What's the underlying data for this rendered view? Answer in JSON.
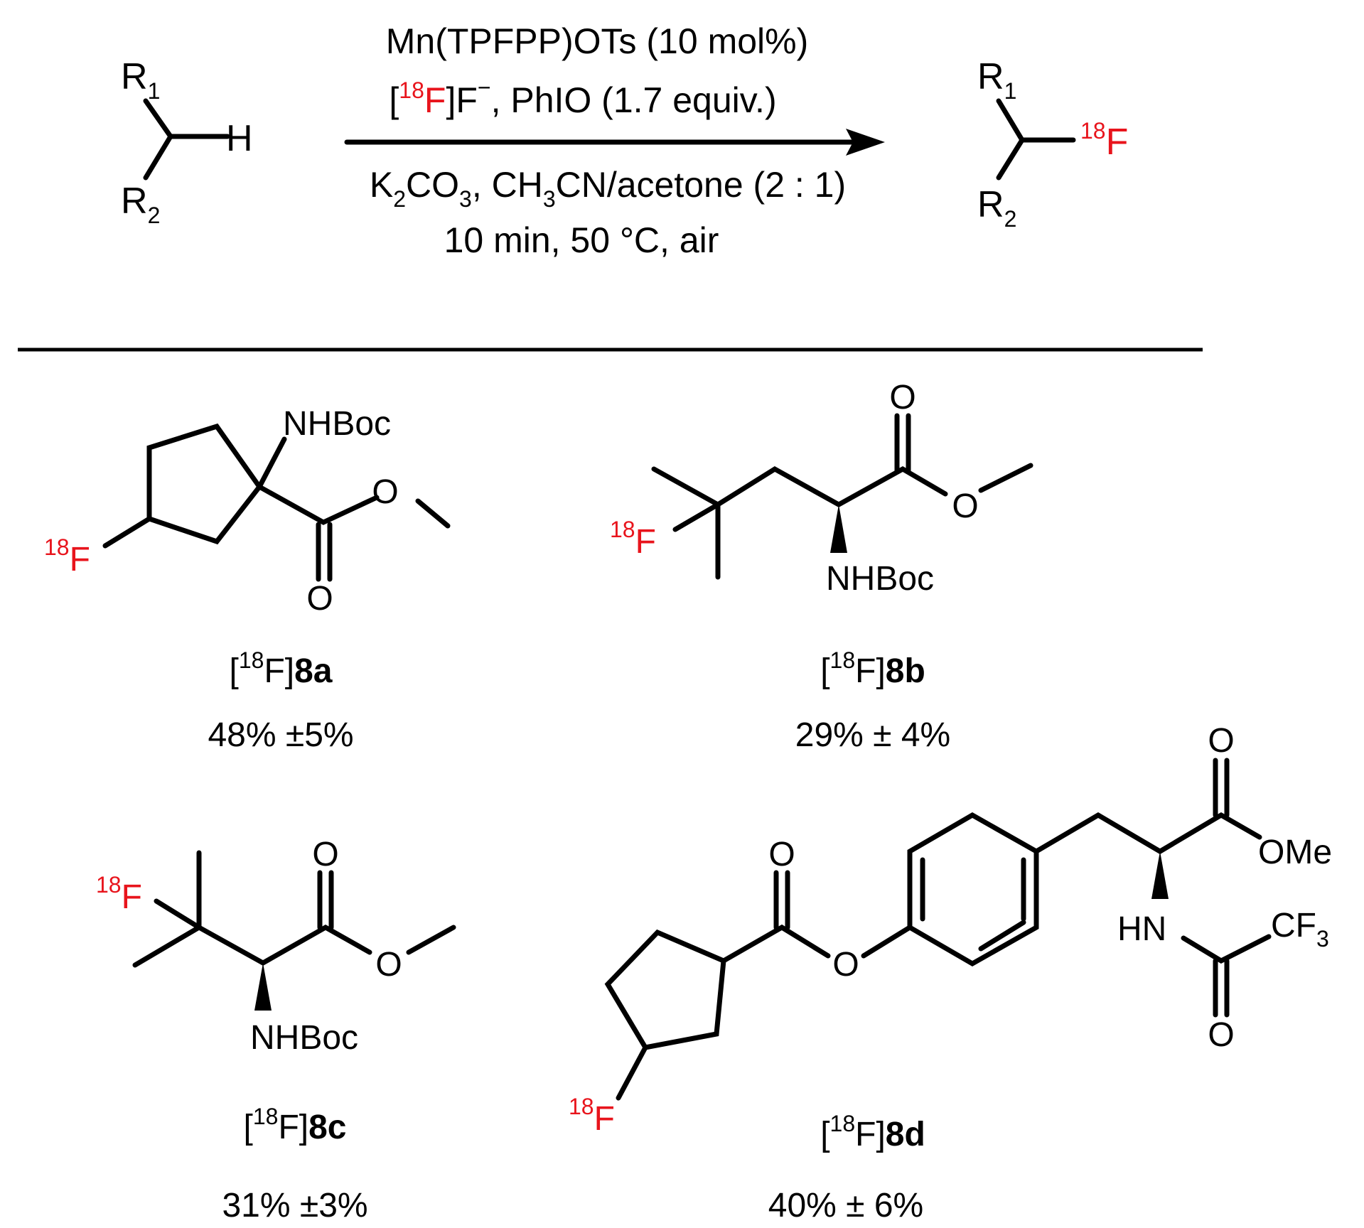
{
  "colors": {
    "isotope": "#e8141c",
    "ink": "#000000",
    "background": "#ffffff"
  },
  "reaction": {
    "reactant": {
      "r1_letter": "R",
      "r1_index": "1",
      "r2_letter": "R",
      "r2_index": "2",
      "atom": "H"
    },
    "product": {
      "r1_letter": "R",
      "r1_index": "1",
      "r2_letter": "R",
      "r2_index": "2",
      "mass": "18",
      "element": "F"
    },
    "conditions": {
      "catalyst": "Mn(TPFPP)OTs (10 mol%)",
      "fluoride_open": "[",
      "fluoride_mass": "18",
      "fluoride_el": "F",
      "fluoride_close": "]F",
      "fluoride_charge": "−",
      "fluoride_rest": ", PhIO (1.7 equiv.)",
      "base_k": "K",
      "base_k_sub": "2",
      "base_co": "CO",
      "base_co_sub": "3",
      "base_ch": ", CH",
      "base_ch_sub": "3",
      "base_rest": "CN/acetone (2 : 1)",
      "time": "10 min, 50 °C, air"
    }
  },
  "compounds": [
    {
      "id": "8a",
      "open": "[",
      "mass": "18",
      "close": "F]",
      "bold": "8a",
      "yield": "48% ±5%",
      "labels": {
        "nhboc": "NHBoc",
        "o_ester": "O",
        "o_carbonyl": "O",
        "f_mass": "18",
        "f_el": "F"
      }
    },
    {
      "id": "8b",
      "open": "[",
      "mass": "18",
      "close": "F]",
      "bold": "8b",
      "yield": "29% ± 4%",
      "labels": {
        "nhboc": "NHBoc",
        "o_ester": "O",
        "o_carbonyl": "O",
        "f_mass": "18",
        "f_el": "F"
      }
    },
    {
      "id": "8c",
      "open": "[",
      "mass": "18",
      "close": "F]",
      "bold": "8c",
      "yield": "31% ±3%",
      "labels": {
        "nhboc": "NHBoc",
        "o_ester": "O",
        "o_carbonyl": "O",
        "f_mass": "18",
        "f_el": "F"
      }
    },
    {
      "id": "8d",
      "open": "[",
      "mass": "18",
      "close": "F]",
      "bold": "8d",
      "yield": "40% ± 6%",
      "labels": {
        "ome": "OMe",
        "o_top": "O",
        "o_ester": "O",
        "o_carbonyl": "O",
        "o_amide": "O",
        "hn": "HN",
        "cf": "CF",
        "cf_sub": "3",
        "f_mass": "18",
        "f_el": "F"
      }
    }
  ]
}
